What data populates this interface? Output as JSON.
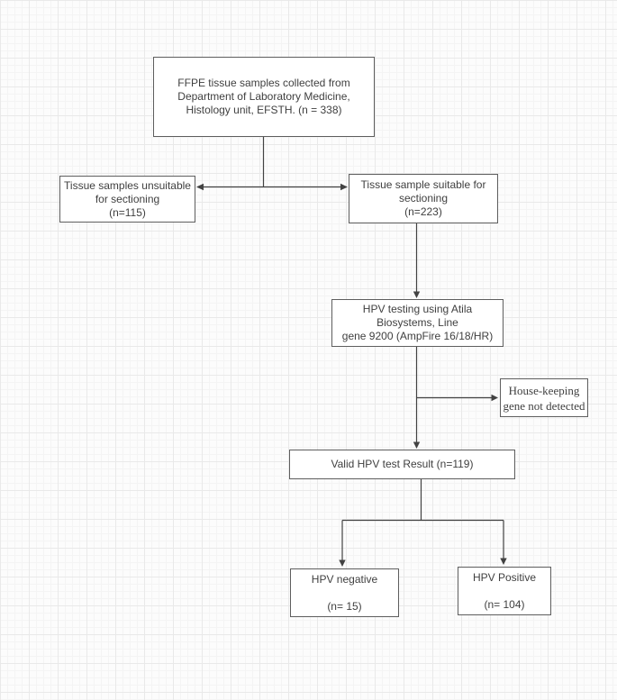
{
  "nodes": {
    "collected": {
      "text": "FFPE tissue samples collected from\nDepartment of Laboratory Medicine,\nHistology unit, EFSTH. (n = 338)"
    },
    "unsuitable": {
      "text": "Tissue samples unsuitable\nfor sectioning\n(n=115)"
    },
    "suitable": {
      "text": "Tissue sample suitable for\nsectioning\n(n=223)"
    },
    "testing": {
      "text": "HPV testing using Atila\nBiosystems, Line\ngene 9200 (AmpFire 16/18/HR)"
    },
    "housekeeping": {
      "text": "House-keeping\ngene not detected"
    },
    "valid": {
      "text": "Valid HPV test Result (n=119)"
    },
    "negative": {
      "text": "HPV negative\n\n(n= 15)"
    },
    "positive": {
      "text": "HPV Positive\n\n(n= 104)"
    }
  },
  "colors": {
    "canvas": "#fcfcfc",
    "grid_minor": "#f4f4f4",
    "grid_major": "#e9e9e9",
    "box_fill": "#ffffff",
    "box_border": "#5e5e5e",
    "line": "#424242",
    "text": "#3f3f3f"
  }
}
